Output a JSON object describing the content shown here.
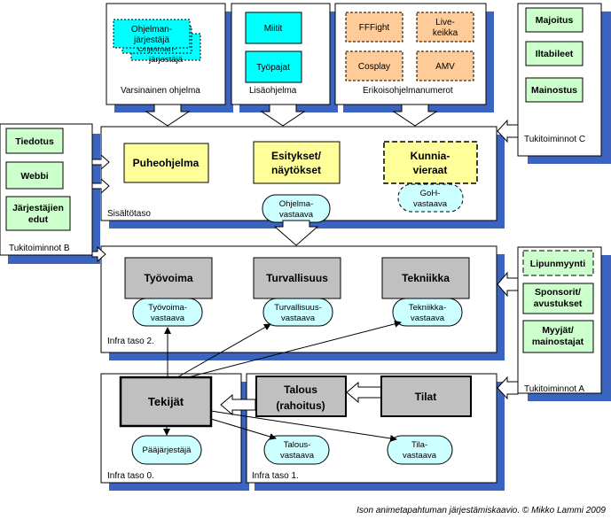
{
  "top_panels": {
    "varsinainen": {
      "label": "Varsinainen ohjelma",
      "card_line1": "Ohjelman-",
      "card_line2": "järjestäjä",
      "ghost_line1": "Ohjelman-",
      "ghost_line2": "järjestäjä"
    },
    "lisa": {
      "label": "Lisäohjelma",
      "items": [
        "Miitit",
        "Työpajat"
      ]
    },
    "erikois": {
      "label": "Erikoisohjelmanumerot",
      "items": [
        {
          "line1": "FFFight",
          "line2": ""
        },
        {
          "line1": "Live-",
          "line2": "keikka"
        },
        {
          "line1": "Cosplay",
          "line2": ""
        },
        {
          "line1": "AMV",
          "line2": ""
        }
      ]
    }
  },
  "tukitoiminnot_c": {
    "label": "Tukitoiminnot C",
    "items": [
      "Majoitus",
      "Iltabileet",
      "Mainostus"
    ]
  },
  "tukitoiminnot_b": {
    "label": "Tukitoiminnot B",
    "items": [
      {
        "line1": "Tiedotus",
        "line2": ""
      },
      {
        "line1": "Webbi",
        "line2": ""
      },
      {
        "line1": "Järjestäjien",
        "line2": "edut"
      }
    ]
  },
  "tukitoiminnot_a": {
    "label": "Tukitoiminnot A",
    "items": [
      {
        "line1": "Lipunmyynti",
        "line2": ""
      },
      {
        "line1": "Sponsorit/",
        "line2": "avustukset"
      },
      {
        "line1": "Myyjät/",
        "line2": "mainostajat"
      }
    ]
  },
  "sisaltotaso": {
    "label": "Sisältötaso",
    "puheohjelma": "Puheohjelma",
    "esitykset_line1": "Esitykset/",
    "esitykset_line2": "näytökset",
    "kunniavieraat_line1": "Kunnia-",
    "kunniavieraat_line2": "vieraat",
    "ohjelmavastaava_line1": "Ohjelma-",
    "ohjelmavastaava_line2": "vastaava",
    "gohvastaava_line1": "GoH-",
    "gohvastaava_line2": "vastaava"
  },
  "infra_taso_2": {
    "label": "Infra taso 2.",
    "units": [
      {
        "name": "Työvoima",
        "resp_line1": "Työvoima-",
        "resp_line2": "vastaava"
      },
      {
        "name": "Turvallisuus",
        "resp_line1": "Turvallisuus-",
        "resp_line2": "vastaava"
      },
      {
        "name": "Tekniikka",
        "resp_line1": "Tekniikka-",
        "resp_line2": "vastaava"
      }
    ]
  },
  "infra_taso_0": {
    "label": "Infra taso 0.",
    "tekijat": "Tekijät",
    "paajarjestaja": "Pääjärjestäjä"
  },
  "infra_taso_1": {
    "label": "Infra taso 1.",
    "talous_line1": "Talous",
    "talous_line2": "(rahoitus)",
    "tilat": "Tilat",
    "talousvastaava_line1": "Talous-",
    "talousvastaava_line2": "vastaava",
    "tilavastaava_line1": "Tila-",
    "tilavastaava_line2": "vastaava"
  },
  "caption": "Ison animetapahtuman järjestämiskaavio. © Mikko Lammi 2009",
  "colors": {
    "shadow": "#3b63c0",
    "cyan": "#00ffff",
    "light_cyan": "#ccffff",
    "orange": "#ffcc99",
    "yellow": "#ffff99",
    "green": "#ccffcc",
    "gray": "#c0c0c0"
  }
}
